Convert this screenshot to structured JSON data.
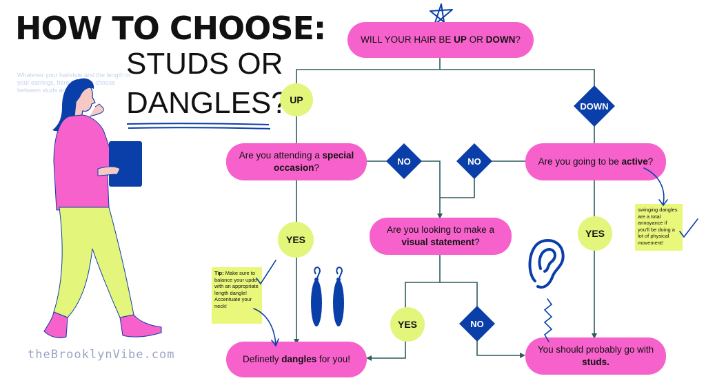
{
  "title": {
    "line1": "HOW TO CHOOSE:",
    "line2": "STUDS OR",
    "line3": "DANGLES?"
  },
  "faint_text": "Whatever your hairstyle and the length of your earrings, here's how to choose between studs and dangles",
  "brand": "theBrooklynVibe.com",
  "nodes": {
    "start": {
      "pre": "WILL YOUR HAIR BE ",
      "b1": "UP",
      "mid": " OR ",
      "b2": "DOWN",
      "post": "?"
    },
    "special": {
      "pre": "Are you attending a ",
      "b": "special occasion",
      "post": "?"
    },
    "active": {
      "pre": "Are you going to be ",
      "b": "active",
      "post": "?"
    },
    "visual": {
      "pre": "Are you looking to make a ",
      "b": "visual statement",
      "post": "?"
    },
    "dangles": {
      "pre": "Definetly ",
      "b": "dangles",
      "post": " for you!"
    },
    "studs": {
      "pre": "You should probably go with ",
      "b": "studs.",
      "post": ""
    }
  },
  "labels": {
    "up": "UP",
    "down": "DOWN",
    "no_left": "NO",
    "no_right": "NO",
    "yes_left": "YES",
    "yes_right": "YES",
    "yes_bottom": "YES",
    "no_bottom": "NO"
  },
  "notes": {
    "tip": {
      "b": "Tip:",
      "text": " Make sure to balance your updo with an appropriate length dangle! Accentuate your neck!"
    },
    "active": {
      "text": "swinging dangles are a total annoyance if you'll be doing a lot of physical movement!"
    }
  },
  "colors": {
    "pink": "#f661cc",
    "lime": "#e3f57a",
    "blue": "#0a3ea8",
    "line": "#2d5a5a"
  }
}
